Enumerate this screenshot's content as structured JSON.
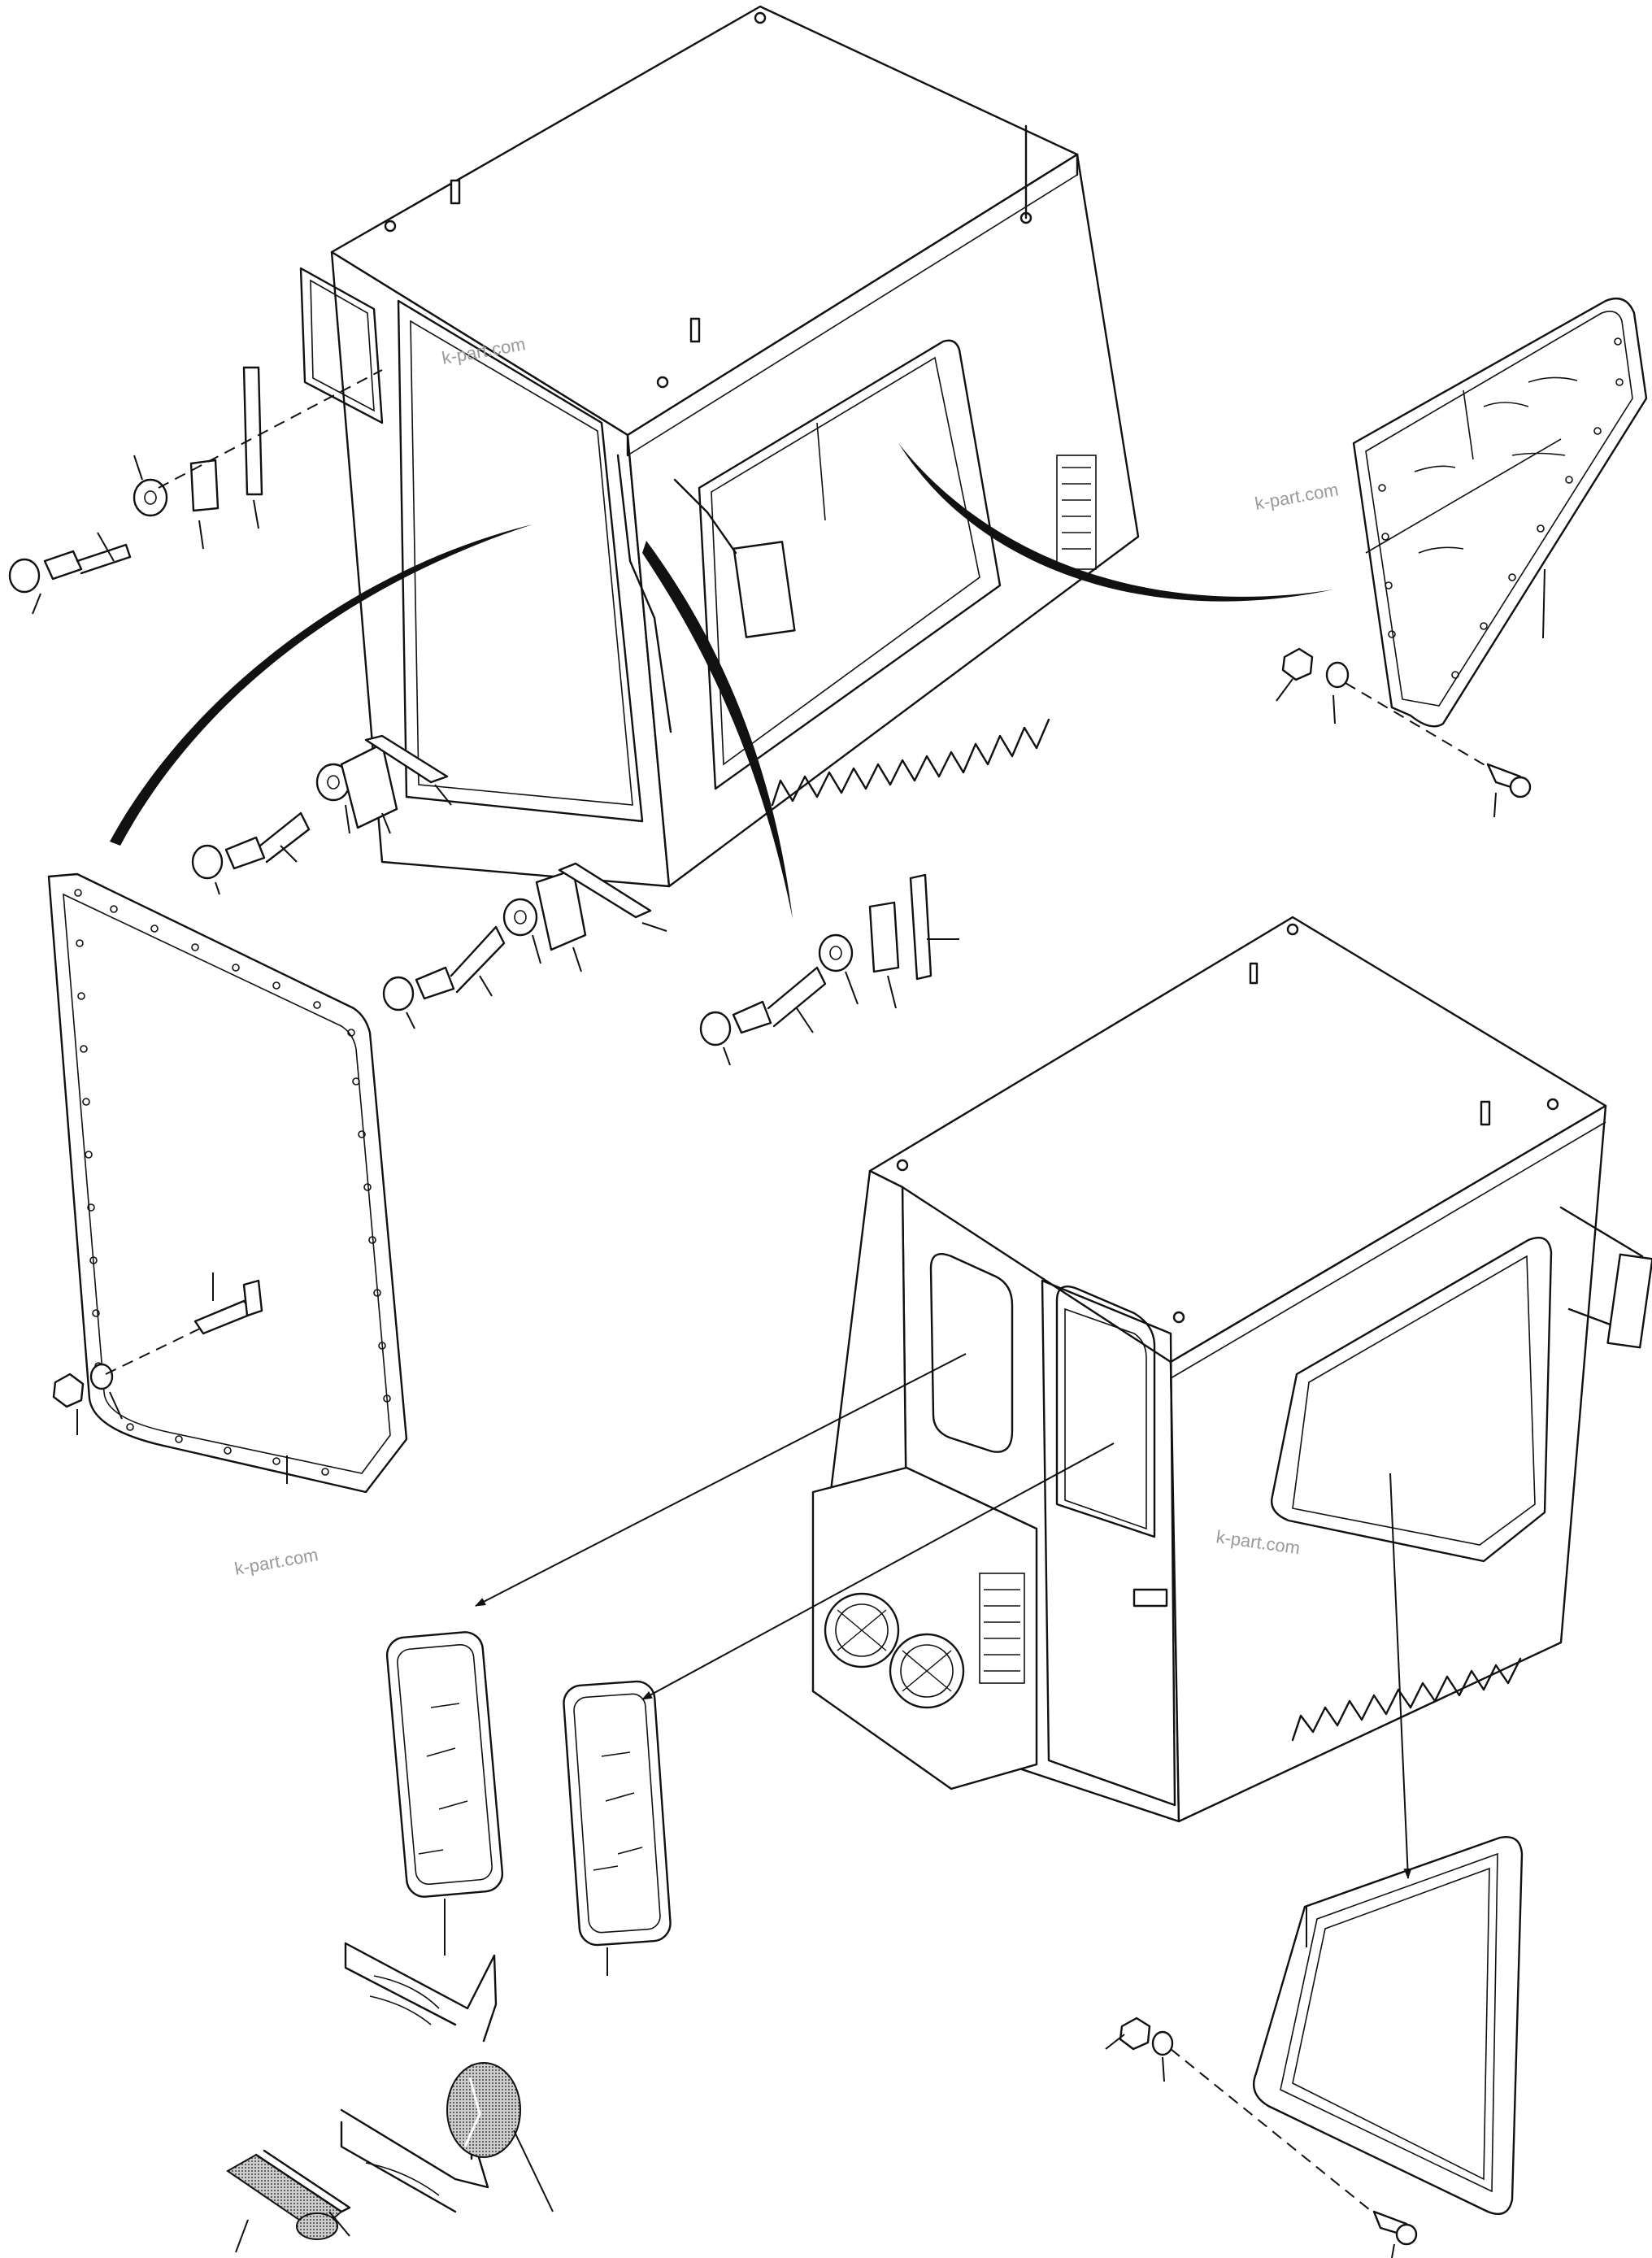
{
  "watermarks": [
    "k-part.com",
    "k-part.com",
    "k-part.com",
    "k-part.com"
  ],
  "colors": {
    "line": "#111111",
    "background": "#ffffff",
    "watermark": "#9a9a9a",
    "shade": "#9d9d9d"
  }
}
